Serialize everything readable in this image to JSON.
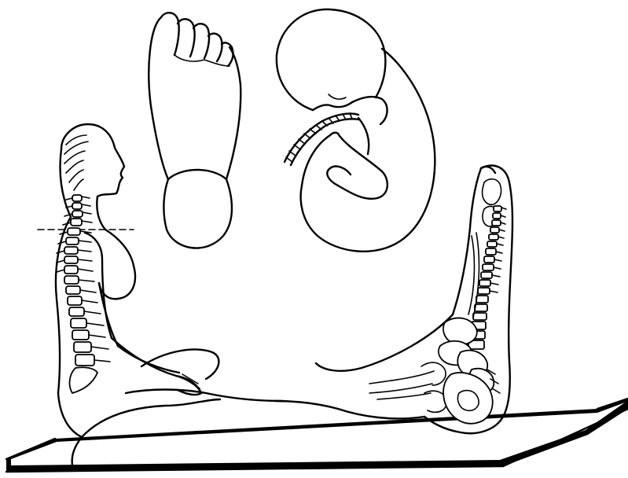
{
  "figure": {
    "colors": {
      "ink": "#000000",
      "paper": "#ffffff"
    },
    "parts": [
      "sole-of-foot",
      "curled-fetus",
      "seated-figure-with-spine",
      "raised-foot-with-bones",
      "floor-mat"
    ]
  }
}
